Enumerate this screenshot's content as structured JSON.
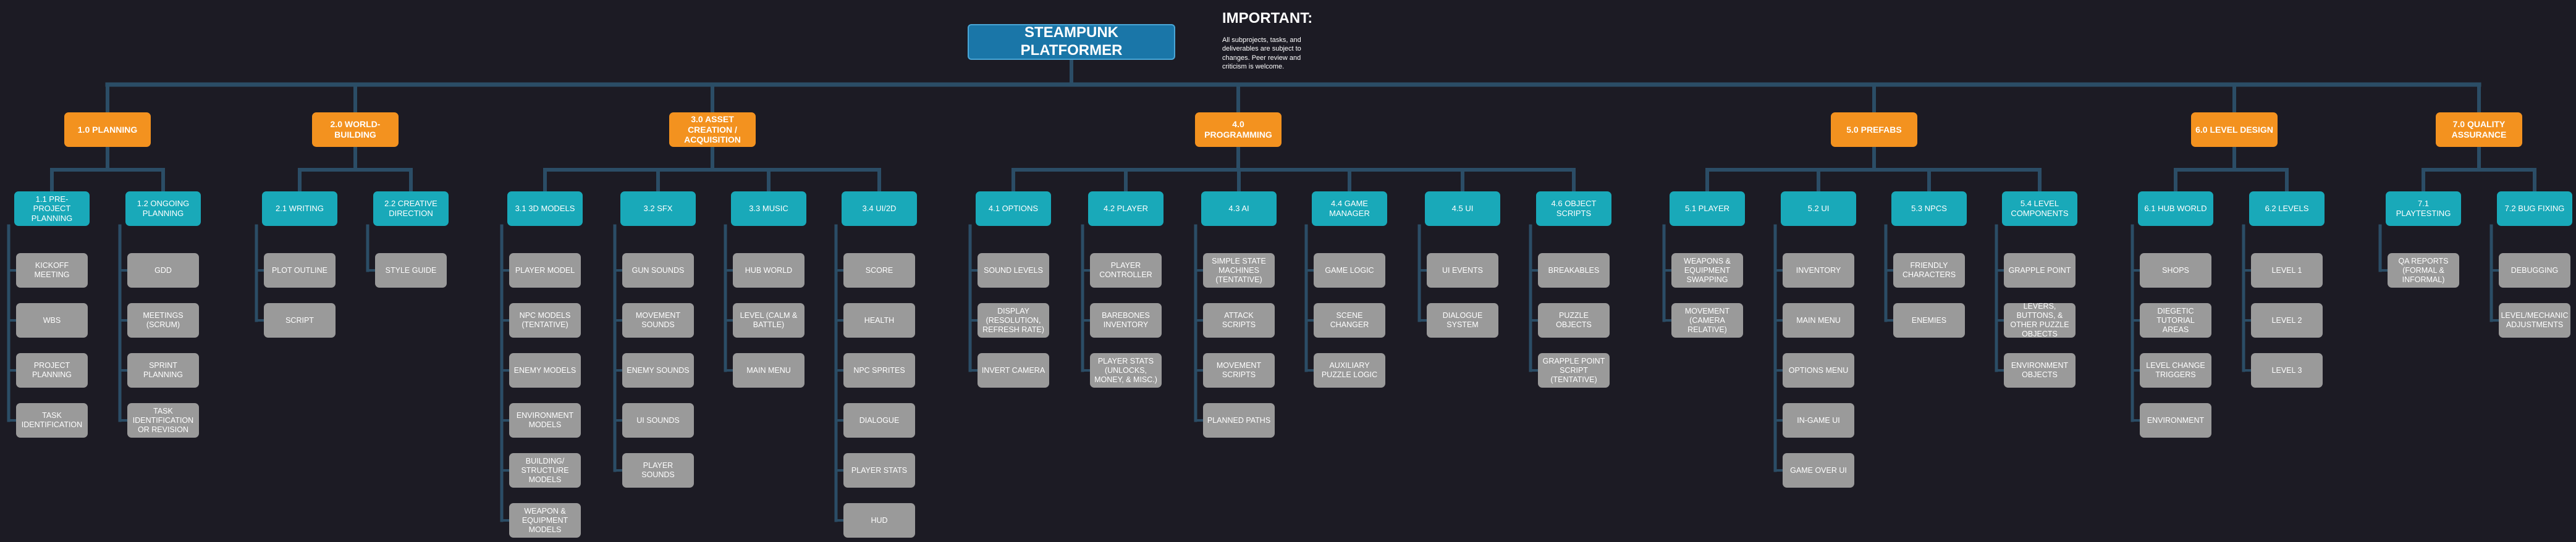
{
  "colors": {
    "background": "#1c1b24",
    "root": "#1a76a8",
    "phase": "#f3921f",
    "subproject": "#19a9b9",
    "task": "#9a9a9a",
    "connector": "#2b4d66"
  },
  "note": {
    "title": "IMPORTANT:",
    "body": "All subprojects, tasks, and deliverables are subject to changes. Peer review and criticism is welcome."
  },
  "root": {
    "label": "STEAMPUNK PLATFORMER"
  },
  "phases": [
    {
      "id": "p1",
      "label": "1.0 PLANNING",
      "subs": [
        {
          "id": "s11",
          "label": "1.1 PRE-PROJECT PLANNING",
          "tasks": [
            "KICKOFF MEETING",
            "WBS",
            "PROJECT PLANNING",
            "TASK IDENTIFICATION"
          ]
        },
        {
          "id": "s12",
          "label": "1.2 ONGOING PLANNING",
          "tasks": [
            "GDD",
            "MEETINGS (SCRUM)",
            "SPRINT PLANNING",
            "TASK IDENTIFICATION OR REVISION"
          ]
        }
      ]
    },
    {
      "id": "p2",
      "label": "2.0 WORLD-BUILDING",
      "subs": [
        {
          "id": "s21",
          "label": "2.1 WRITING",
          "tasks": [
            "PLOT OUTLINE",
            "SCRIPT"
          ]
        },
        {
          "id": "s22",
          "label": "2.2 CREATIVE DIRECTION",
          "tasks": [
            "STYLE GUIDE"
          ]
        }
      ]
    },
    {
      "id": "p3",
      "label": "3.0 ASSET CREATION / ACQUISITION",
      "subs": [
        {
          "id": "s31",
          "label": "3.1 3D MODELS",
          "tasks": [
            "PLAYER MODEL",
            "NPC MODELS (TENTATIVE)",
            "ENEMY MODELS",
            "ENVIRONMENT MODELS",
            "BUILDING/ STRUCTURE MODELS",
            "WEAPON & EQUIPMENT MODELS"
          ]
        },
        {
          "id": "s32",
          "label": "3.2 SFX",
          "tasks": [
            "GUN SOUNDS",
            "MOVEMENT SOUNDS",
            "ENEMY SOUNDS",
            "UI SOUNDS",
            "PLAYER SOUNDS"
          ]
        },
        {
          "id": "s33",
          "label": "3.3 MUSIC",
          "tasks": [
            "HUB WORLD",
            "LEVEL (CALM & BATTLE)",
            "MAIN MENU"
          ]
        },
        {
          "id": "s34",
          "label": "3.4 UI/2D",
          "tasks": [
            "SCORE",
            "HEALTH",
            "NPC SPRITES",
            "DIALOGUE",
            "PLAYER STATS",
            "HUD"
          ]
        }
      ]
    },
    {
      "id": "p4",
      "label": "4.0 PROGRAMMING",
      "subs": [
        {
          "id": "s41",
          "label": "4.1 OPTIONS",
          "tasks": [
            "SOUND LEVELS",
            "DISPLAY (RESOLUTION, REFRESH RATE)",
            "INVERT CAMERA"
          ]
        },
        {
          "id": "s42",
          "label": "4.2 PLAYER",
          "tasks": [
            "PLAYER CONTROLLER",
            "BAREBONES INVENTORY",
            "PLAYER STATS (UNLOCKS, MONEY, & MISC.)"
          ]
        },
        {
          "id": "s43",
          "label": "4.3 AI",
          "tasks": [
            "SIMPLE STATE MACHINES (TENTATIVE)",
            "ATTACK SCRIPTS",
            "MOVEMENT SCRIPTS",
            "PLANNED PATHS"
          ]
        },
        {
          "id": "s44",
          "label": "4.4 GAME MANAGER",
          "tasks": [
            "GAME LOGIC",
            "SCENE CHANGER",
            "AUXILIARY PUZZLE LOGIC"
          ]
        },
        {
          "id": "s45",
          "label": "4.5 UI",
          "tasks": [
            "UI EVENTS",
            "DIALOGUE SYSTEM"
          ]
        },
        {
          "id": "s46",
          "label": "4.6 OBJECT SCRIPTS",
          "tasks": [
            "BREAKABLES",
            "PUZZLE OBJECTS",
            "GRAPPLE POINT SCRIPT (tentative)"
          ]
        }
      ]
    },
    {
      "id": "p5",
      "label": "5.0 PREFABS",
      "subs": [
        {
          "id": "s51",
          "label": "5.1 PLAYER",
          "tasks": [
            "WEAPONS & EQUIPMENT SWAPPING",
            "MOVEMENT (CAMERA RELATIVE)"
          ]
        },
        {
          "id": "s52",
          "label": "5.2 UI",
          "tasks": [
            "INVENTORY",
            "MAIN MENU",
            "OPTIONS MENU",
            "IN-GAME UI",
            "GAME OVER UI"
          ]
        },
        {
          "id": "s53",
          "label": "5.3 NPCS",
          "tasks": [
            "FRIENDLY CHARACTERS",
            "ENEMIES"
          ]
        },
        {
          "id": "s54",
          "label": "5.4 LEVEL COMPONENTS",
          "tasks": [
            "GRAPPLE POINT",
            "LEVERS, BUTTONS, & OTHER PUZZLE OBJECTS",
            "ENVIRONMENT OBJECTS"
          ]
        }
      ]
    },
    {
      "id": "p6",
      "label": "6.0 LEVEL DESIGN",
      "subs": [
        {
          "id": "s61",
          "label": "6.1 HUB WORLD",
          "tasks": [
            "SHOPS",
            "DIEGETIC TUTORIAL AREAS",
            "LEVEL CHANGE TRIGGERS",
            "ENVIRONMENT"
          ]
        },
        {
          "id": "s62",
          "label": "6.2 LEVELS",
          "tasks": [
            "LEVEL 1",
            "LEVEL 2",
            "LEVEL 3"
          ]
        }
      ]
    },
    {
      "id": "p7",
      "label": "7.0 QUALITY ASSURANCE",
      "subs": [
        {
          "id": "s71",
          "label": "7.1 PLAYTESTING",
          "tasks": [
            "QA REPORTS (FORMAL & INFORMAL)"
          ]
        },
        {
          "id": "s72",
          "label": "7.2 BUG FIXING",
          "tasks": [
            "DEBUGGING",
            "LEVEL/MECHANIC ADJUSTMENTS"
          ]
        }
      ]
    }
  ]
}
